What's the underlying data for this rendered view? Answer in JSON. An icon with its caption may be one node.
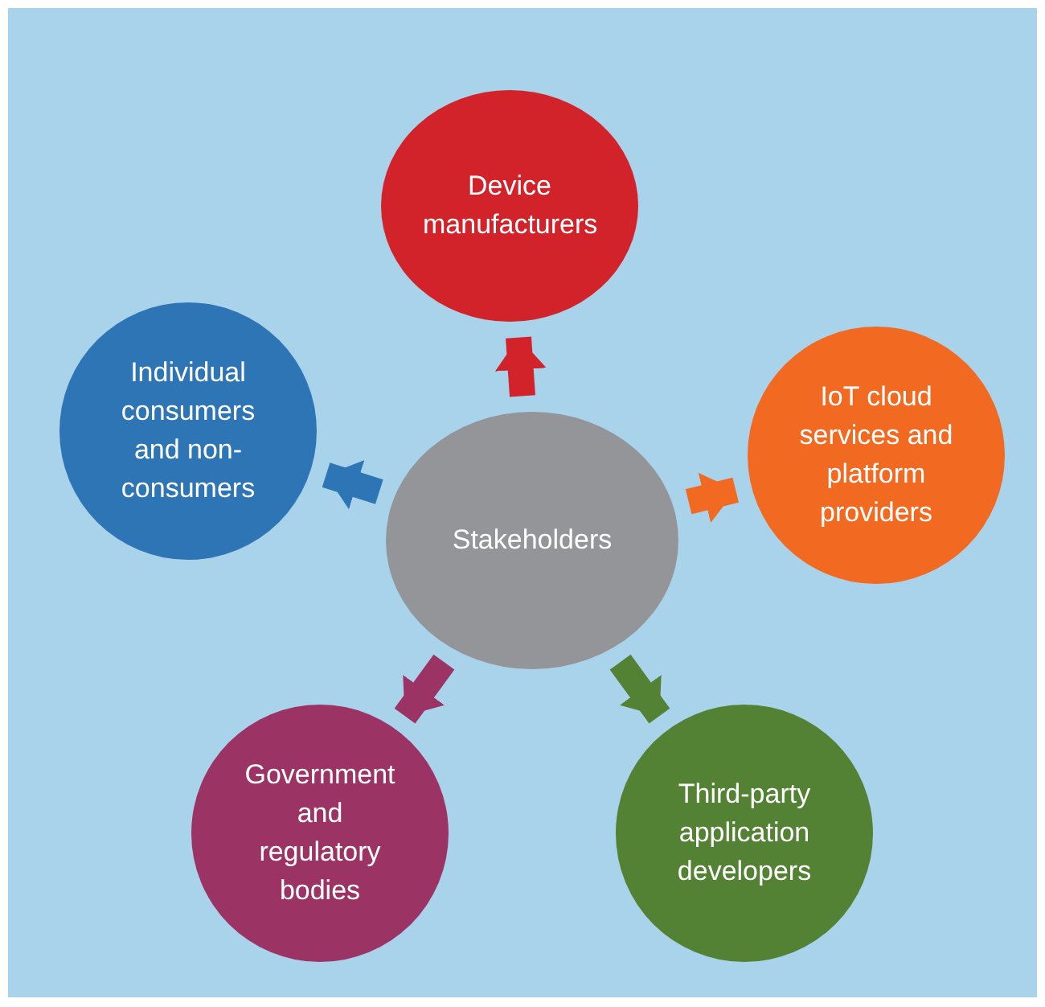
{
  "diagram": {
    "nodes": [
      {
        "text": [
          "Stakeholders"
        ]
      },
      {
        "text": [
          "Device manufacturers"
        ]
      },
      {
        "text": [
          "IoT cloud services and platform providers"
        ]
      },
      {
        "text": [
          "Third-party application developers"
        ]
      },
      {
        "text": [
          "Government and regulatory bodies"
        ]
      },
      {
        "text": [
          "Individual consumers and non-consumers"
        ]
      }
    ],
    "edges": [
      {
        "from": 0,
        "to": 1,
        "arrow": "to",
        "color": "#d2232a"
      },
      {
        "from": 0,
        "to": 2,
        "arrow": "to",
        "color": "#f26a21"
      },
      {
        "from": 0,
        "to": 3,
        "arrow": "to",
        "color": "#548235"
      },
      {
        "from": 0,
        "to": 4,
        "arrow": "to",
        "color": "#9b3465"
      },
      {
        "from": 0,
        "to": 5,
        "arrow": "to",
        "color": "#2e75b6"
      }
    ]
  }
}
